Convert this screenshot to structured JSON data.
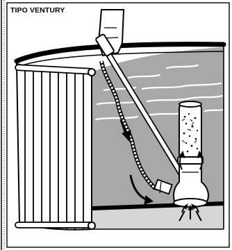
{
  "figure": {
    "title": "TIPO VENTURY",
    "description_parts": [
      "pool-wall-drawing",
      "water",
      "venturi-vacuum-cleaner",
      "hose",
      "telescopic-pole",
      "handle",
      "debris-bag",
      "flow-arrows"
    ]
  },
  "colors": {
    "water": "#a8a8a8",
    "pool_floor": "#d4d4d4",
    "line": "#000000",
    "background": "#ffffff"
  }
}
